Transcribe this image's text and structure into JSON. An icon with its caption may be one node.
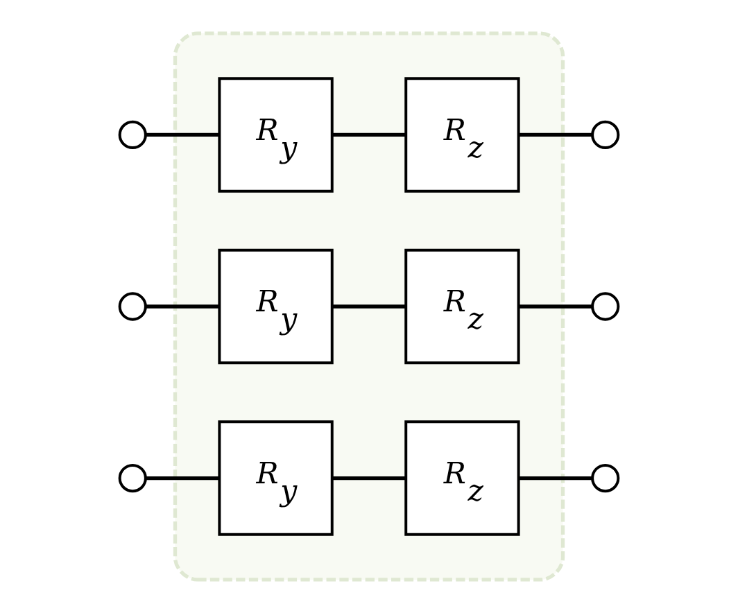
{
  "diagram": {
    "nodes": [
      {
        "text": [],
        "shape": "box"
      },
      {
        "text": [],
        "shape": "circle"
      },
      {
        "text": [
          "R$_{y}$"
        ],
        "in": 0
      },
      {
        "text": [
          "R$_{z}$"
        ],
        "in": 0
      },
      {
        "text": [],
        "shape": "circle"
      },
      {
        "text": [],
        "shape": "circle"
      },
      {
        "text": [
          "R$_{y}$"
        ],
        "in": 0
      },
      {
        "text": [
          "R$_{z}$"
        ],
        "in": 0
      },
      {
        "text": [],
        "shape": "circle"
      },
      {
        "text": [],
        "shape": "circle"
      },
      {
        "text": [
          "R$_{y}$"
        ],
        "in": 0
      },
      {
        "text": [
          "R$_{z}$"
        ],
        "in": 0
      },
      {
        "text": [],
        "shape": "circle"
      }
    ],
    "edges": [
      {
        "from": 1,
        "to": 2,
        "arrow": "none"
      },
      {
        "from": 2,
        "to": 3,
        "arrow": "none"
      },
      {
        "from": 3,
        "to": 4,
        "arrow": "none"
      },
      {
        "from": 5,
        "to": 6,
        "arrow": "none"
      },
      {
        "from": 6,
        "to": 7,
        "arrow": "none"
      },
      {
        "from": 7,
        "to": 8,
        "arrow": "none"
      },
      {
        "from": 9,
        "to": 10,
        "arrow": "none"
      },
      {
        "from": 10,
        "to": 11,
        "arrow": "none"
      },
      {
        "from": 11,
        "to": 12,
        "arrow": "none"
      }
    ]
  }
}
